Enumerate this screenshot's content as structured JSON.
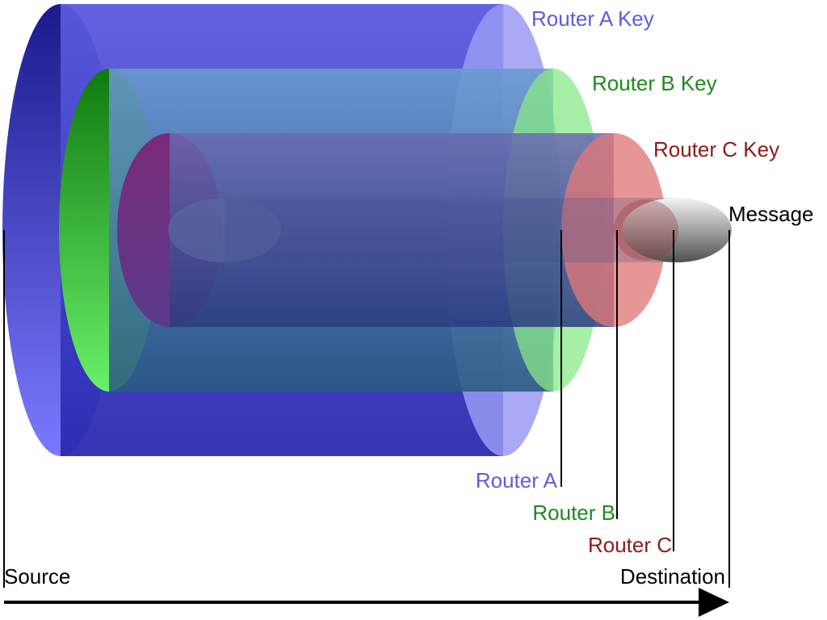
{
  "diagram": {
    "labels": {
      "router_a_key": "Router A Key",
      "router_b_key": "Router B Key",
      "router_c_key": "Router C Key",
      "message": "Message",
      "router_a": "Router A",
      "router_b": "Router B",
      "router_c": "Router C",
      "source": "Source",
      "destination": "Destination"
    },
    "colors": {
      "router_a": "#5c5ce0",
      "router_b": "#1e8a1e",
      "router_c": "#8b1a1a",
      "message": "#000000",
      "axis": "#000000"
    }
  }
}
